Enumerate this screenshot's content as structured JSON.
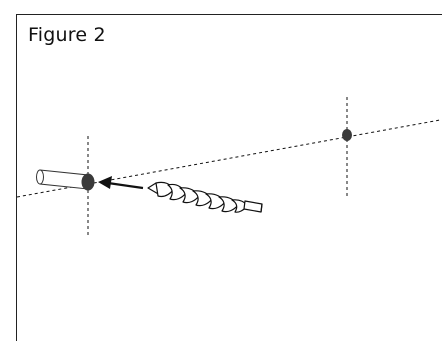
{
  "figure": {
    "title": "Figure 2"
  },
  "diagram": {
    "elements": [
      {
        "name": "mounting-line",
        "kind": "dashed-line"
      },
      {
        "name": "left-hole-mark",
        "kind": "crosshair-dot"
      },
      {
        "name": "right-hole-mark",
        "kind": "crosshair-dot"
      },
      {
        "name": "wall-anchor",
        "kind": "cylinder"
      },
      {
        "name": "drill-bit",
        "kind": "twist-drill"
      },
      {
        "name": "direction-arrow",
        "kind": "arrow"
      }
    ]
  },
  "colors": {
    "ink": "#111111",
    "dot": "#3a3a3a",
    "background": "#ffffff"
  }
}
